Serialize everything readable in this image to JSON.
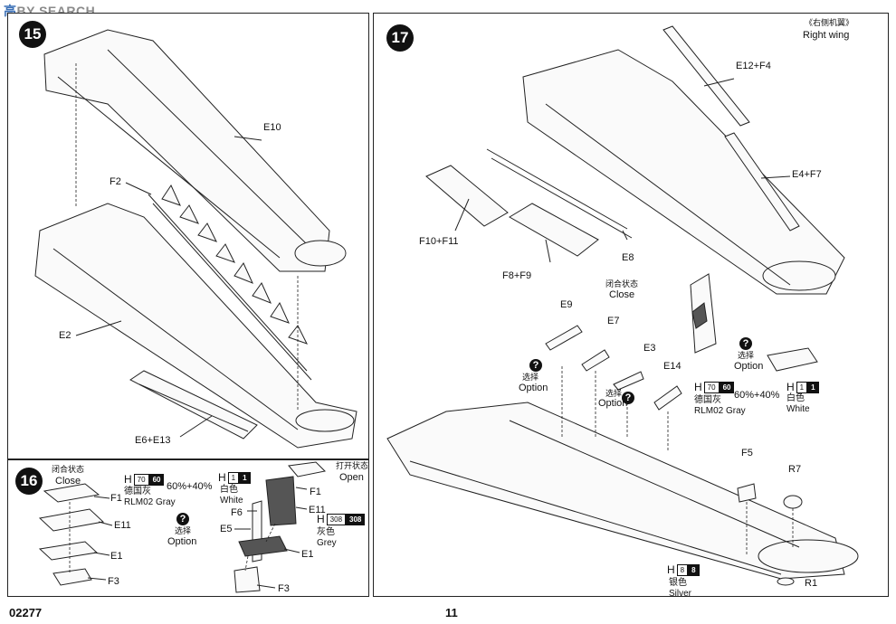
{
  "header": {
    "watermark_a": "高",
    "watermark_b": "BY SEARCH"
  },
  "step15": {
    "number": "15",
    "parts": {
      "e10": "E10",
      "f2": "F2",
      "e2": "E2",
      "e6_e13": "E6+E13"
    }
  },
  "step16": {
    "number": "16",
    "closed_cn": "闭合状态",
    "closed_en": "Close",
    "open_cn": "打开状态",
    "open_en": "Open",
    "paint_a": {
      "letter": "H",
      "code1": "70",
      "code2": "60",
      "ratio": "60%+40%",
      "cn": "德国灰",
      "en": "RLM02 Gray"
    },
    "paint_b": {
      "letter": "H",
      "code1": "1",
      "code2": "1",
      "cn": "白色",
      "en": "White"
    },
    "paint_c": {
      "letter": "H",
      "code1": "308",
      "code2": "308",
      "cn": "灰色",
      "en": "Grey"
    },
    "option_cn": "选择",
    "option_en": "Option",
    "parts": {
      "f1_left": "F1",
      "e11_left": "E11",
      "e1_left": "E1",
      "f3_left": "F3",
      "f6": "F6",
      "e5": "E5",
      "f1_right": "F1",
      "e11_right": "E11",
      "e1_right": "E1",
      "f3_right": "F3"
    }
  },
  "step17": {
    "number": "17",
    "title_cn": "《右侧机翼》",
    "title_en": "Right wing",
    "closed_cn": "闭合状态",
    "closed_en": "Close",
    "option_cn": "选择",
    "option_en": "Option",
    "paint_a": {
      "letter": "H",
      "code1": "70",
      "code2": "60",
      "ratio": "60%+40%",
      "cn": "德国灰",
      "en": "RLM02 Gray"
    },
    "paint_b": {
      "letter": "H",
      "code1": "1",
      "code2": "1",
      "cn": "白色",
      "en": "White"
    },
    "paint_c": {
      "letter": "H",
      "code1": "8",
      "code2": "8",
      "cn": "银色",
      "en": "Silver"
    },
    "parts": {
      "e12_f4": "E12+F4",
      "e4_f7": "E4+F7",
      "f10_f11": "F10+F11",
      "e8": "E8",
      "f8_f9": "F8+F9",
      "e9": "E9",
      "e7": "E7",
      "e3": "E3",
      "e14": "E14",
      "f5": "F5",
      "r7": "R7",
      "r1": "R1"
    }
  },
  "footer": {
    "code": "02277",
    "page": "11"
  }
}
